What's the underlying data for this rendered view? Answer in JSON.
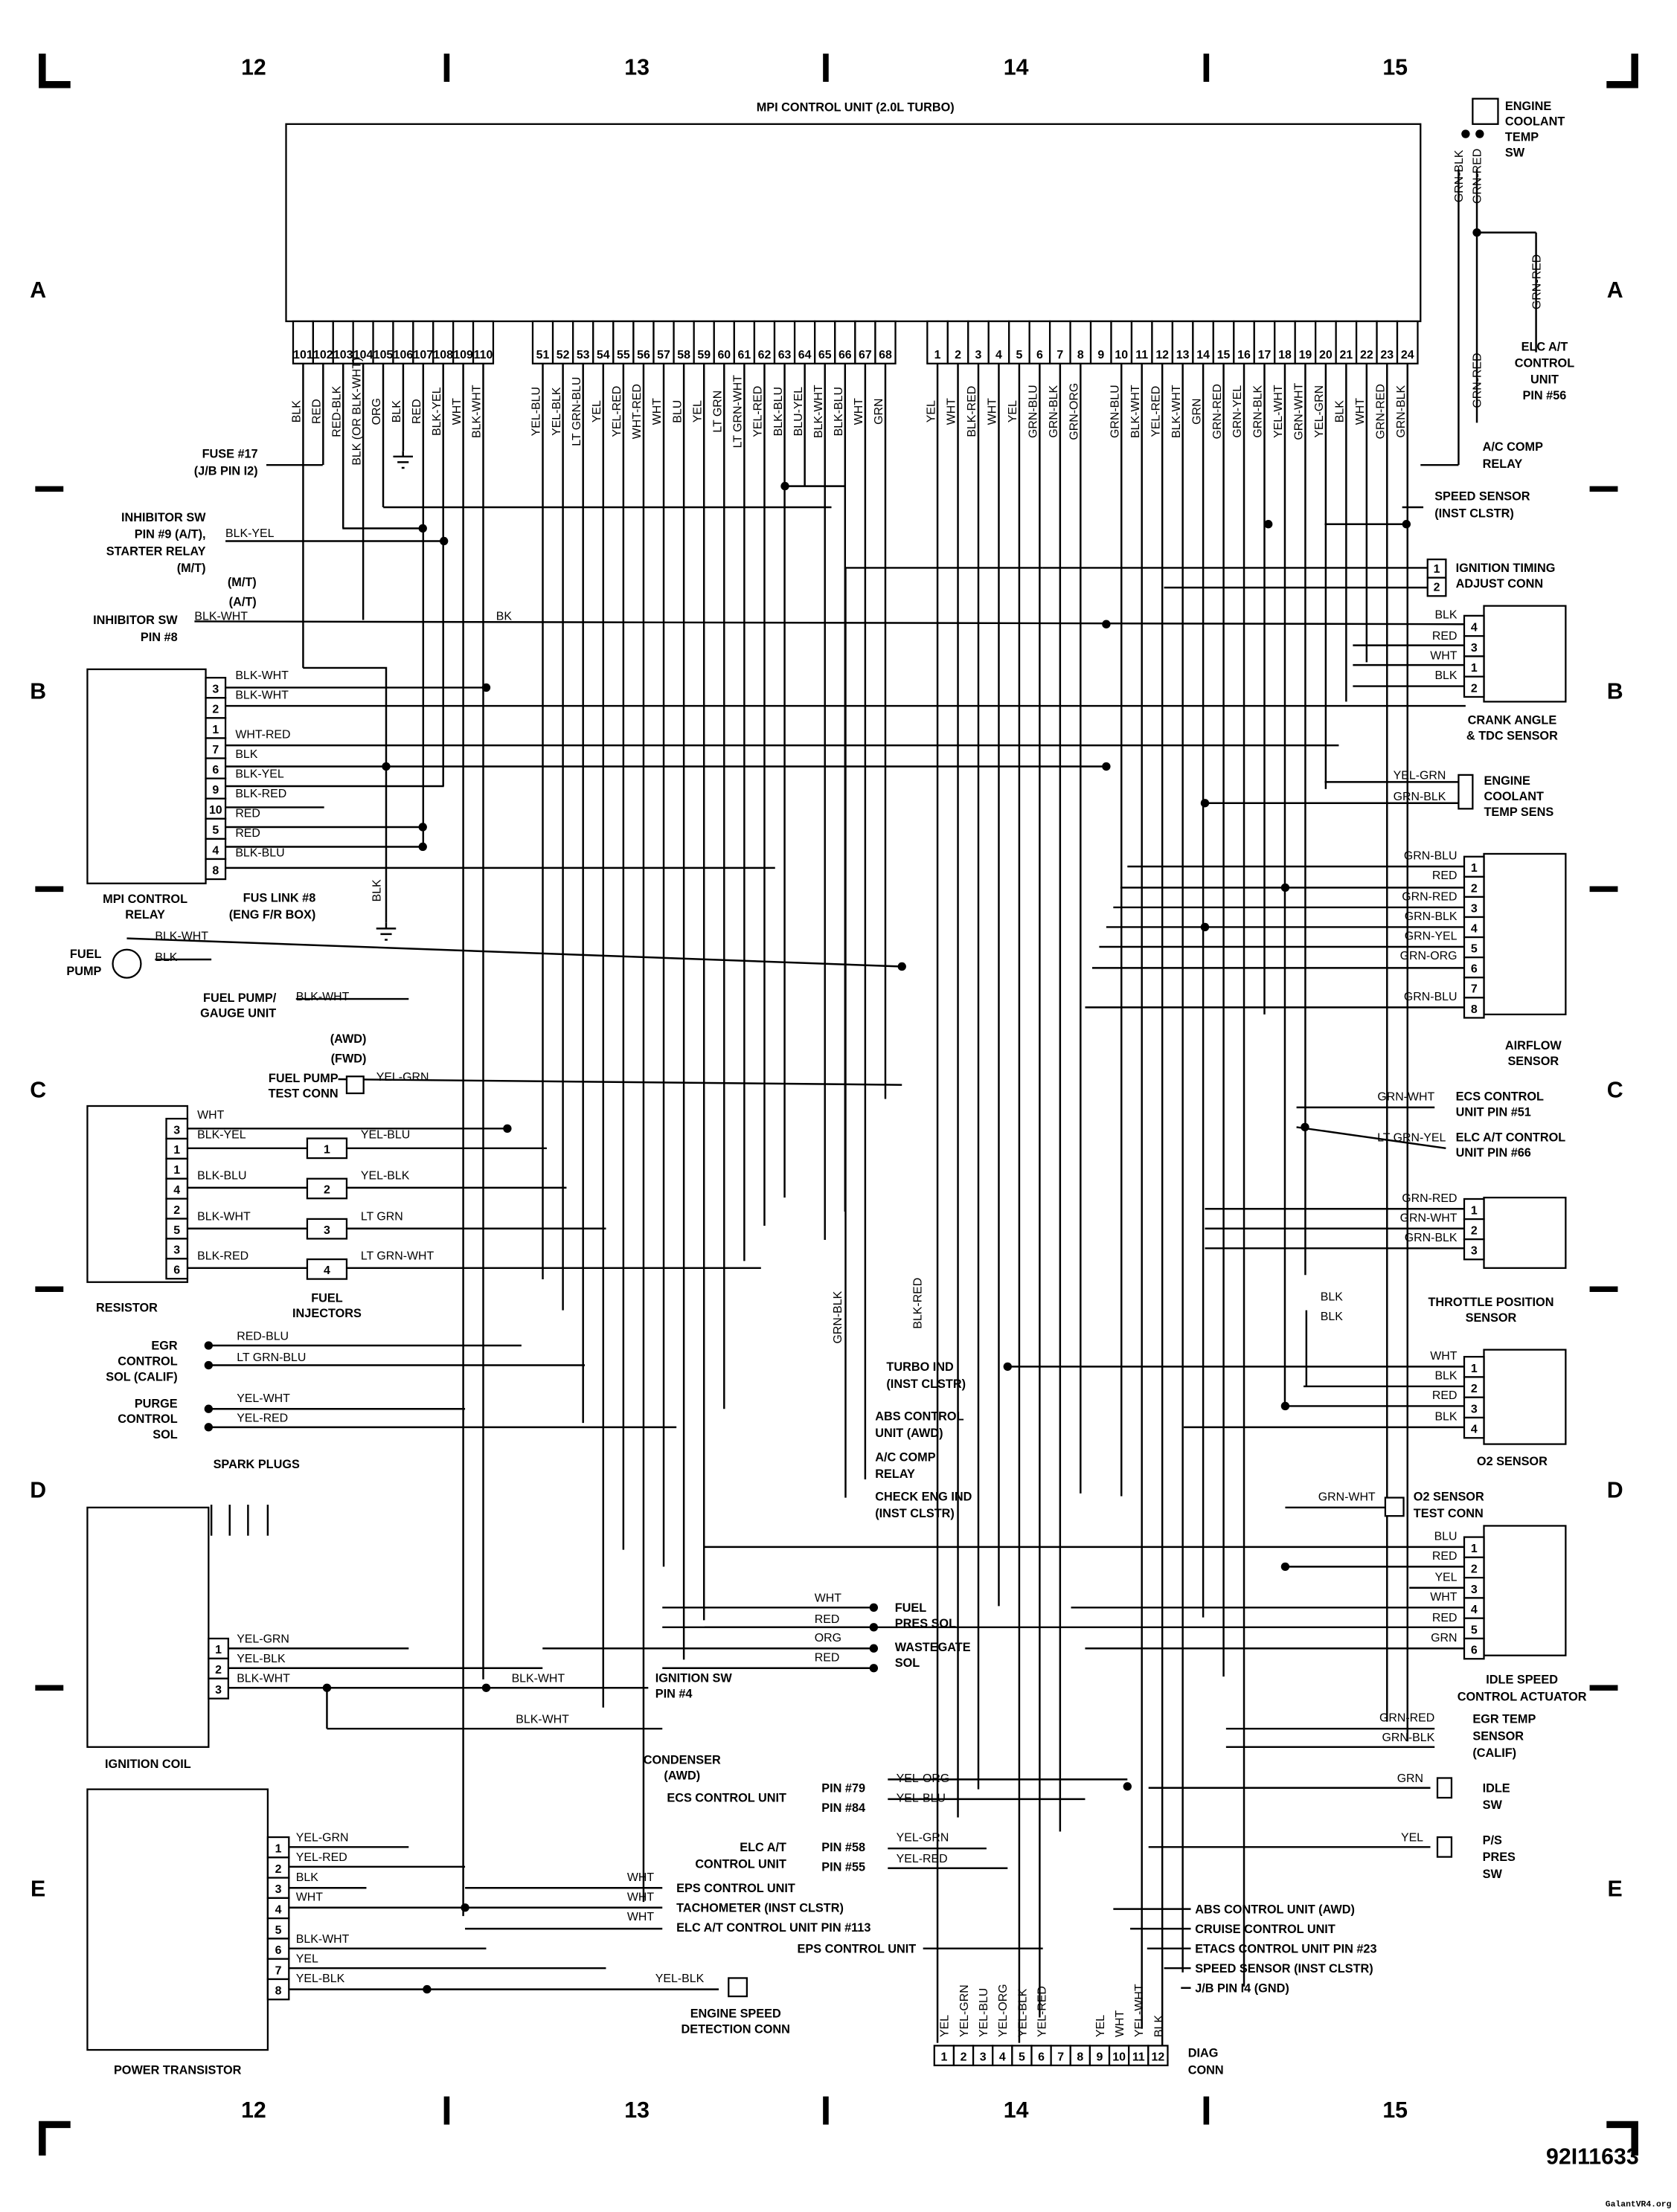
{
  "grid": {
    "columns": [
      "12",
      "13",
      "14",
      "15"
    ],
    "rows": [
      "A",
      "B",
      "C",
      "D",
      "E"
    ]
  },
  "title": "MPI CONTROL UNIT (2.0L TURBO)",
  "ecu": {
    "group1": [
      {
        "pin": "101",
        "wire": "BLK"
      },
      {
        "pin": "102",
        "wire": "RED"
      },
      {
        "pin": "103",
        "wire": "RED-BLK"
      },
      {
        "pin": "104",
        "wire": "BLK (OR BLK-WHT)"
      },
      {
        "pin": "105",
        "wire": "ORG"
      },
      {
        "pin": "106",
        "wire": "BLK"
      },
      {
        "pin": "107",
        "wire": "RED"
      },
      {
        "pin": "108",
        "wire": "BLK-YEL"
      },
      {
        "pin": "109",
        "wire": "WHT"
      },
      {
        "pin": "110",
        "wire": "BLK-WHT"
      }
    ],
    "group2": [
      {
        "pin": "51",
        "wire": "YEL-BLU"
      },
      {
        "pin": "52",
        "wire": "YEL-BLK"
      },
      {
        "pin": "53",
        "wire": "LT GRN-BLU"
      },
      {
        "pin": "54",
        "wire": "YEL"
      },
      {
        "pin": "55",
        "wire": "YEL-RED"
      },
      {
        "pin": "56",
        "wire": "WHT-RED"
      },
      {
        "pin": "57",
        "wire": "WHT"
      },
      {
        "pin": "58",
        "wire": "BLU"
      },
      {
        "pin": "59",
        "wire": "YEL"
      },
      {
        "pin": "60",
        "wire": "LT GRN"
      },
      {
        "pin": "61",
        "wire": "LT GRN-WHT"
      },
      {
        "pin": "62",
        "wire": "YEL-RED"
      },
      {
        "pin": "63",
        "wire": "BLK-BLU"
      },
      {
        "pin": "64",
        "wire": "BLU-YEL"
      },
      {
        "pin": "65",
        "wire": "BLK-WHT"
      },
      {
        "pin": "66",
        "wire": "BLK-BLU"
      },
      {
        "pin": "67",
        "wire": "WHT"
      },
      {
        "pin": "68",
        "wire": "GRN"
      }
    ],
    "group3": [
      {
        "pin": "1",
        "wire": "YEL"
      },
      {
        "pin": "2",
        "wire": "WHT"
      },
      {
        "pin": "3",
        "wire": "BLK-RED"
      },
      {
        "pin": "4",
        "wire": "WHT"
      },
      {
        "pin": "5",
        "wire": "YEL"
      },
      {
        "pin": "6",
        "wire": "GRN-BLU"
      },
      {
        "pin": "7",
        "wire": "GRN-BLK"
      },
      {
        "pin": "8",
        "wire": "GRN-ORG"
      },
      {
        "pin": "9",
        "wire": ""
      },
      {
        "pin": "10",
        "wire": "GRN-BLU"
      },
      {
        "pin": "11",
        "wire": "BLK-WHT"
      },
      {
        "pin": "12",
        "wire": "YEL-RED"
      },
      {
        "pin": "13",
        "wire": "BLK-WHT"
      },
      {
        "pin": "14",
        "wire": "GRN"
      },
      {
        "pin": "15",
        "wire": "GRN-RED"
      },
      {
        "pin": "16",
        "wire": "GRN-YEL"
      },
      {
        "pin": "17",
        "wire": "GRN-BLK"
      },
      {
        "pin": "18",
        "wire": "YEL-WHT"
      },
      {
        "pin": "19",
        "wire": "GRN-WHT"
      },
      {
        "pin": "20",
        "wire": "YEL-GRN"
      },
      {
        "pin": "21",
        "wire": "BLK"
      },
      {
        "pin": "22",
        "wire": "WHT"
      },
      {
        "pin": "23",
        "wire": "GRN-RED"
      },
      {
        "pin": "24",
        "wire": "GRN-BLK"
      }
    ]
  },
  "left": {
    "fuse17": [
      "FUSE #17",
      "(J/B PIN I2)"
    ],
    "inhib9": [
      "INHIBITOR SW",
      "PIN #9 (A/T),",
      "STARTER RELAY",
      "(M/T)"
    ],
    "inhib9_wire": "BLK-YEL",
    "mt": "(M/T)",
    "at": "(A/T)",
    "inhib8": [
      "INHIBITOR SW",
      "PIN #8"
    ],
    "inhib8_wire": "BLK-WHT",
    "bk": "BK",
    "relay": {
      "name": [
        "MPI CONTROL",
        "RELAY"
      ],
      "pins": [
        "3",
        "2",
        "1",
        "7",
        "6",
        "9",
        "10",
        "5",
        "4",
        "8"
      ],
      "wires": [
        "BLK-WHT",
        "BLK-WHT",
        "WHT-RED",
        "BLK",
        "BLK-YEL",
        "BLK-RED",
        "RED",
        "RED",
        "BLK-BLU"
      ]
    },
    "fuslink": [
      "FUS LINK #8",
      "(ENG F/R BOX)"
    ],
    "ground_blk": "BLK",
    "fuelpump": {
      "name": [
        "FUEL",
        "PUMP"
      ],
      "wires": [
        "BLK-WHT",
        "BLK"
      ]
    },
    "gauge": {
      "name": [
        "FUEL PUMP/",
        "GAUGE UNIT"
      ],
      "wire": "BLK-WHT"
    },
    "awd": "(AWD)",
    "fwd": "(FWD)",
    "testconn": {
      "name": [
        "FUEL PUMP",
        "TEST CONN"
      ],
      "wire": "YEL-GRN"
    },
    "resistor": {
      "name": "RESISTOR",
      "pins": [
        "3",
        "1",
        "1",
        "4",
        "2",
        "5",
        "3",
        "6"
      ],
      "wires": [
        "WHT",
        "BLK-YEL",
        "BLK-BLU",
        "BLK-WHT",
        "BLK-RED"
      ]
    },
    "injectors": {
      "name": [
        "FUEL",
        "INJECTORS"
      ],
      "nums": [
        "1",
        "2",
        "3",
        "4"
      ],
      "wires": [
        "YEL-BLU",
        "YEL-BLK",
        "LT GRN",
        "LT GRN-WHT"
      ]
    },
    "egr": {
      "name": [
        "EGR",
        "CONTROL",
        "SOL (CALIF)"
      ],
      "wires": [
        "RED-BLU",
        "LT GRN-BLU"
      ]
    },
    "purge": {
      "name": [
        "PURGE",
        "CONTROL",
        "SOL"
      ],
      "wires": [
        "YEL-WHT",
        "YEL-RED"
      ]
    },
    "spark": "SPARK PLUGS",
    "coil": {
      "name": "IGNITION COIL",
      "pins": [
        "1",
        "2",
        "3"
      ],
      "wires": [
        "YEL-GRN",
        "YEL-BLK",
        "BLK-WHT"
      ]
    },
    "ignsw": {
      "wire": "BLK-WHT",
      "name": [
        "IGNITION SW",
        "PIN #4"
      ]
    },
    "condenser": {
      "wire": "BLK-WHT",
      "name": [
        "CONDENSER",
        "(AWD)"
      ]
    },
    "transistor": {
      "name": "POWER TRANSISTOR",
      "pins": [
        "1",
        "2",
        "3",
        "4",
        "5",
        "6",
        "7",
        "8"
      ],
      "wires": [
        "YEL-GRN",
        "YEL-RED",
        "BLK",
        "WHT",
        "BLK-WHT",
        "YEL",
        "YEL-BLK"
      ]
    },
    "tach": {
      "wires": [
        "WHT",
        "WHT",
        "WHT"
      ],
      "names": [
        "EPS CONTROL UNIT",
        "TACHOMETER (INST CLSTR)",
        "ELC A/T CONTROL UNIT PIN #113"
      ]
    },
    "espeed": {
      "wire": "YEL-BLK",
      "name": [
        "ENGINE SPEED",
        "DETECTION CONN"
      ]
    }
  },
  "middle": {
    "fuelpres": {
      "wires": [
        "WHT",
        "RED"
      ],
      "name": [
        "FUEL",
        "PRES SOL"
      ]
    },
    "wastegate": {
      "wires": [
        "ORG",
        "RED"
      ],
      "name": [
        "WASTEGATE",
        "SOL"
      ]
    },
    "grnblk": "GRN-BLK",
    "blkred": "BLK-RED",
    "turbo": [
      "TURBO IND",
      "(INST CLSTR)"
    ],
    "abs": [
      "ABS CONTROL",
      "UNIT (AWD)"
    ],
    "accomp": [
      "A/C COMP",
      "RELAY"
    ],
    "checkeng": [
      "CHECK ENG IND",
      "(INST CLSTR)"
    ],
    "ecs": {
      "name": "ECS CONTROL UNIT",
      "pins": [
        "PIN #79",
        "PIN #84"
      ],
      "wires": [
        "YEL-ORG",
        "YEL-BLU"
      ]
    },
    "elcat": {
      "name": [
        "ELC A/T",
        "CONTROL UNIT"
      ],
      "pins": [
        "PIN #58",
        "PIN #55"
      ],
      "wires": [
        "YEL-GRN",
        "YEL-RED"
      ]
    },
    "eps": "EPS CONTROL UNIT",
    "diag": {
      "name": [
        "DIAG",
        "CONN"
      ],
      "pins": [
        "1",
        "2",
        "3",
        "4",
        "5",
        "6",
        "7",
        "8",
        "9",
        "10",
        "11",
        "12"
      ],
      "wires": [
        "YEL",
        "YEL-GRN",
        "YEL-BLU",
        "YEL-ORG",
        "YEL-BLK",
        "YEL-RED",
        "",
        "",
        "YEL",
        "WHT",
        "YEL-WHT",
        "BLK"
      ]
    },
    "bottomright": [
      "ABS CONTROL UNIT (AWD)",
      "CRUISE CONTROL UNIT",
      "ETACS CONTROL UNIT PIN #23",
      "SPEED SENSOR (INST CLSTR)",
      "J/B PIN I4 (GND)"
    ]
  },
  "right": {
    "ectsw": {
      "name": [
        "ENGINE",
        "COOLANT",
        "TEMP",
        "SW"
      ],
      "wires": [
        "GRN-BLK",
        "GRN-RED"
      ]
    },
    "elc56": {
      "wire": "GRN-RED",
      "name": [
        "ELC A/T",
        "CONTROL",
        "UNIT",
        "PIN #56"
      ]
    },
    "acrelay": {
      "wire": "GRN-RED",
      "name": [
        "A/C COMP",
        "RELAY"
      ]
    },
    "speed": [
      "SPEED SENSOR",
      "(INST CLSTR)"
    ],
    "timing": {
      "pins": [
        "1",
        "2"
      ],
      "name": [
        "IGNITION TIMING",
        "ADJUST CONN"
      ]
    },
    "crank": {
      "pins": [
        "4",
        "3",
        "1",
        "2"
      ],
      "wires": [
        "BLK",
        "RED",
        "WHT",
        "BLK"
      ],
      "name": [
        "CRANK ANGLE",
        "& TDC SENSOR"
      ]
    },
    "ects": {
      "wires": [
        "YEL-GRN",
        "GRN-BLK"
      ],
      "name": [
        "ENGINE",
        "COOLANT",
        "TEMP SENS"
      ]
    },
    "airflow": {
      "pins": [
        "1",
        "2",
        "3",
        "4",
        "5",
        "6",
        "7",
        "8"
      ],
      "wires": [
        "GRN-BLU",
        "RED",
        "GRN-RED",
        "GRN-BLK",
        "GRN-YEL",
        "GRN-ORG",
        "",
        "GRN-BLU"
      ],
      "name": [
        "AIRFLOW",
        "SENSOR"
      ]
    },
    "ecs51": {
      "wire": "GRN-WHT",
      "name": [
        "ECS CONTROL",
        "UNIT PIN #51"
      ]
    },
    "elc66": {
      "wire": "LT GRN-YEL",
      "name": [
        "ELC A/T CONTROL",
        "UNIT PIN #66"
      ]
    },
    "tps": {
      "pins": [
        "1",
        "2",
        "3"
      ],
      "wires": [
        "GRN-RED",
        "GRN-WHT",
        "GRN-BLK"
      ],
      "name": [
        "THROTTLE POSITION",
        "SENSOR"
      ]
    },
    "o2": {
      "shield": [
        "BLK",
        "BLK"
      ],
      "pins": [
        "1",
        "2",
        "3",
        "4"
      ],
      "wires": [
        "WHT",
        "BLK",
        "RED",
        "BLK"
      ],
      "name": "O2 SENSOR"
    },
    "o2test": {
      "wire": "GRN-WHT",
      "name": [
        "O2 SENSOR",
        "TEST CONN"
      ]
    },
    "isc": {
      "pins": [
        "1",
        "2",
        "3",
        "4",
        "5",
        "6"
      ],
      "wires": [
        "BLU",
        "RED",
        "YEL",
        "WHT",
        "RED",
        "GRN"
      ],
      "name": [
        "IDLE SPEED",
        "CONTROL ACTUATOR"
      ]
    },
    "egrtemp": {
      "wires": [
        "GRN-RED",
        "GRN-BLK"
      ],
      "name": [
        "EGR TEMP",
        "SENSOR",
        "(CALIF)"
      ]
    },
    "idlesw": {
      "wire": "GRN",
      "name": [
        "IDLE",
        "SW"
      ]
    },
    "pssw": {
      "wire": "YEL",
      "name": [
        "P/S",
        "PRES",
        "SW"
      ]
    }
  },
  "figure_id": "92I11633",
  "watermark": "GalantVR4.org"
}
